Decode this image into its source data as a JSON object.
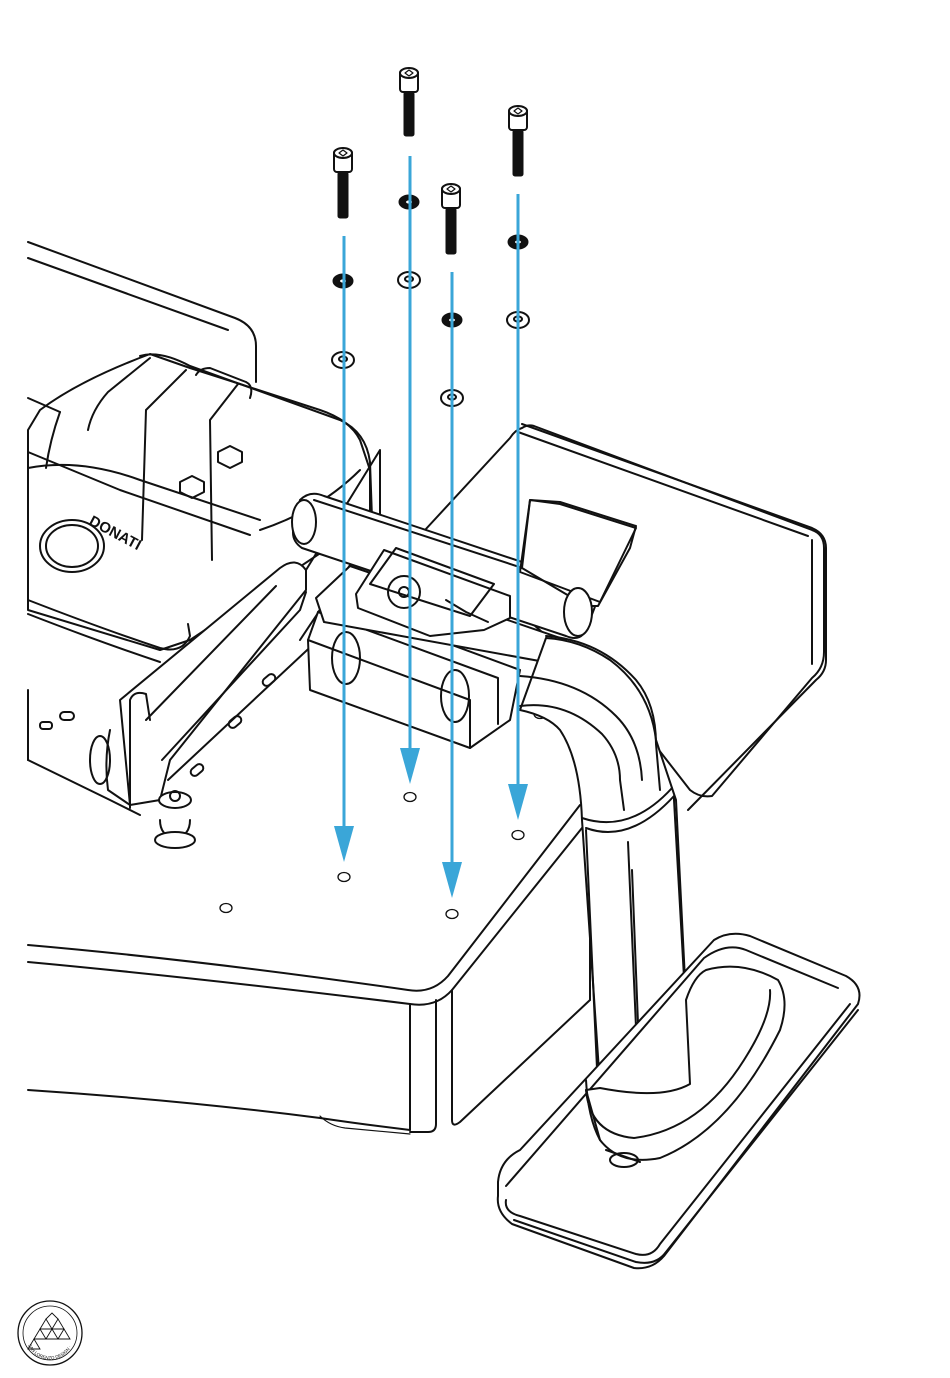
{
  "diagram": {
    "brand_label": "DONATI",
    "arrow_color": "#3aa6d8",
    "line_color": "#111111",
    "screw_count": 4,
    "logo_lettering": "SAN LORENZO DESIGN · MADE IN ITALY"
  }
}
